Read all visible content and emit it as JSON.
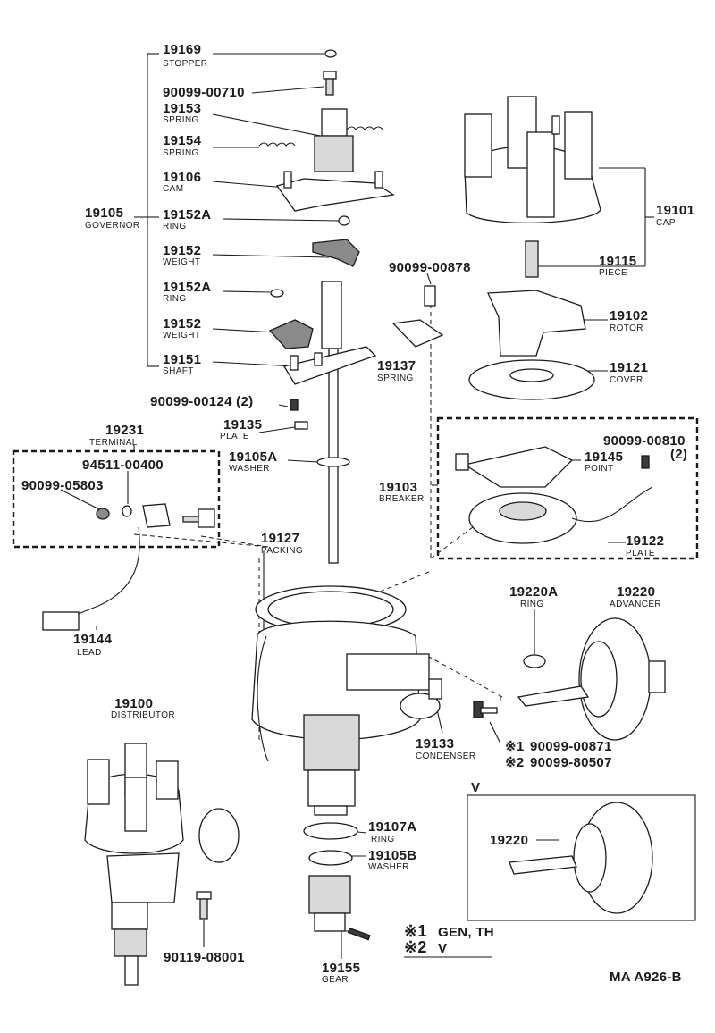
{
  "parts": [
    {
      "id": "p19169",
      "number": "19169",
      "name": "STOPPER"
    },
    {
      "id": "p90099_00710",
      "number": "90099-00710",
      "name": ""
    },
    {
      "id": "p19153",
      "number": "19153",
      "name": "SPRING"
    },
    {
      "id": "p19154",
      "number": "19154",
      "name": "SPRING"
    },
    {
      "id": "p19106",
      "number": "19106",
      "name": "CAM"
    },
    {
      "id": "p19105",
      "number": "19105",
      "name": "GOVERNOR"
    },
    {
      "id": "p19152A_1",
      "number": "19152A",
      "name": "RING"
    },
    {
      "id": "p19152_1",
      "number": "19152",
      "name": "WEIGHT"
    },
    {
      "id": "p19152A_2",
      "number": "19152A",
      "name": "RING"
    },
    {
      "id": "p19152_2",
      "number": "19152",
      "name": "WEIGHT"
    },
    {
      "id": "p19151",
      "number": "19151",
      "name": "SHAFT"
    },
    {
      "id": "p90099_00124",
      "number": "90099-00124 (2)",
      "name": ""
    },
    {
      "id": "p19135",
      "number": "19135",
      "name": "PLATE"
    },
    {
      "id": "p19105A",
      "number": "19105A",
      "name": "WASHER"
    },
    {
      "id": "p19231",
      "number": "19231",
      "name": "TERMINAL"
    },
    {
      "id": "p94511_00400",
      "number": "94511-00400",
      "name": ""
    },
    {
      "id": "p90099_05803",
      "number": "90099-05803",
      "name": ""
    },
    {
      "id": "p19127",
      "number": "19127",
      "name": "PACKING"
    },
    {
      "id": "p19144",
      "number": "19144",
      "name": "LEAD"
    },
    {
      "id": "p19101",
      "number": "19101",
      "name": "CAP"
    },
    {
      "id": "p19115",
      "number": "19115",
      "name": "PIECE"
    },
    {
      "id": "p90099_00878",
      "number": "90099-00878",
      "name": ""
    },
    {
      "id": "p19102",
      "number": "19102",
      "name": "ROTOR"
    },
    {
      "id": "p19137",
      "number": "19137",
      "name": "SPRING"
    },
    {
      "id": "p19121",
      "number": "19121",
      "name": "COVER"
    },
    {
      "id": "p90099_00810",
      "number": "90099-00810",
      "name": "(2)"
    },
    {
      "id": "p19145",
      "number": "19145",
      "name": "POINT"
    },
    {
      "id": "p19103",
      "number": "19103",
      "name": "BREAKER"
    },
    {
      "id": "p19122",
      "number": "19122",
      "name": "PLATE"
    },
    {
      "id": "p19220A",
      "number": "19220A",
      "name": "RING"
    },
    {
      "id": "p19220",
      "number": "19220",
      "name": "ADVANCER"
    },
    {
      "id": "p19133",
      "number": "19133",
      "name": "CONDENSER"
    },
    {
      "id": "p19100",
      "number": "19100",
      "name": "DISTRIBUTOR"
    },
    {
      "id": "p19107A",
      "number": "19107A",
      "name": "RING"
    },
    {
      "id": "p19105B",
      "number": "19105B",
      "name": "WASHER"
    },
    {
      "id": "p90119_08001",
      "number": "90119-08001",
      "name": ""
    },
    {
      "id": "p19155",
      "number": "19155",
      "name": "GEAR"
    }
  ],
  "variant_notes": [
    {
      "mark": "※1",
      "part_number": "90099-00871"
    },
    {
      "mark": "※2",
      "part_number": "90099-80507"
    }
  ],
  "legend": [
    {
      "mark": "※1",
      "text": "GEN, TH"
    },
    {
      "mark": "※2",
      "text": "V"
    }
  ],
  "variant_box": {
    "title": "V",
    "part_number": "19220"
  },
  "drawing_code": "MA A926-B"
}
